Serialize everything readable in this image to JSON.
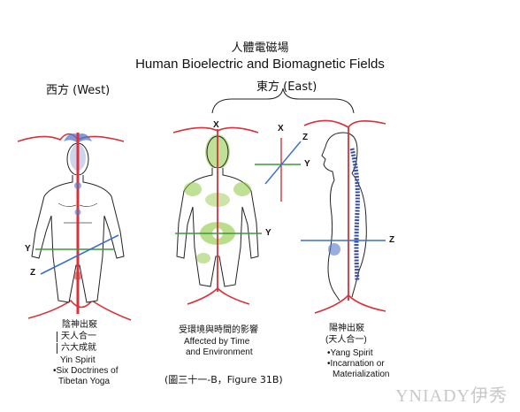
{
  "title": {
    "chinese": "人體電磁場",
    "english": "Human Bioelectric and Biomagnetic Fields"
  },
  "west": {
    "label": "西方 (West)",
    "axes": {
      "y": "Y",
      "z": "Z"
    },
    "caption": {
      "chinese_title": "陰神出竅",
      "bracket_line1": "天人合一",
      "bracket_line2": "六大成就",
      "english_title": "Yin Spirit",
      "bullet": "•Six Doctrines of",
      "bullet_cont": "Tibetan Yoga"
    }
  },
  "east": {
    "label": "東方 (East)",
    "middle": {
      "axes": {
        "x": "X",
        "y": "Y"
      },
      "caption_cn": "受環境與時間的影響",
      "caption_en1": "Affected by Time",
      "caption_en2": "and Environment"
    },
    "coords": {
      "x": "X",
      "y": "Y",
      "z": "Z"
    },
    "right": {
      "axes": {
        "z": "Z"
      },
      "caption_cn": "陽神出竅",
      "caption_cn2": "(天人合一)",
      "bullet1": "•Yang Spirit",
      "bullet2": "•Incarnation or",
      "bullet2_cont": "Materialization"
    }
  },
  "figure_caption": "(圖三十一-B，Figure 31B)",
  "watermark": "YNIADY伊秀",
  "colors": {
    "field_line": "#d9303a",
    "axis_green": "#3a9a3a",
    "axis_blue": "#3a6ec8",
    "aura_green": "#8cc63f",
    "outline": "#222222"
  }
}
